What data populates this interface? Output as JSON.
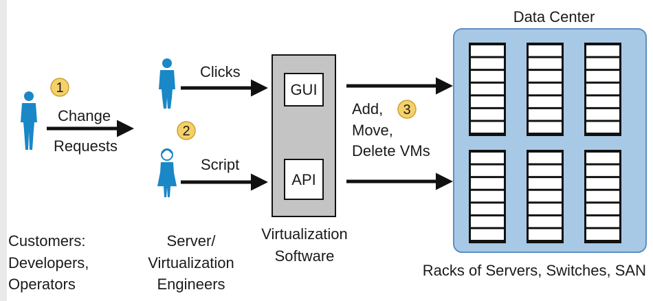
{
  "colors": {
    "person": "#1a87c7",
    "badge": "#f5d169",
    "datacenter_fill": "#a8c9e6",
    "datacenter_stroke": "#5b8fc2",
    "software_box": "#c4c4c4",
    "arrow": "#111111"
  },
  "steps": {
    "one": "1",
    "two": "2",
    "three": "3"
  },
  "customers": {
    "label_lines": [
      "Customers:",
      "Developers,",
      "Operators"
    ],
    "person_icon": "male-person-icon"
  },
  "change_requests": {
    "lines": [
      "Change",
      "Requests"
    ]
  },
  "engineers": {
    "label_lines": [
      "Server/",
      "Virtualization",
      "Engineers"
    ],
    "top_icon": "male-person-icon",
    "bottom_icon": "female-person-icon"
  },
  "actions": {
    "clicks": "Clicks",
    "script": "Script"
  },
  "software": {
    "gui": "GUI",
    "api": "API",
    "label_lines": [
      "Virtualization",
      "Software"
    ]
  },
  "vm_actions": {
    "lines": [
      "Add,",
      "Move,",
      "Delete VMs"
    ]
  },
  "datacenter": {
    "title": "Data Center",
    "footer": "Racks of Servers, Switches, SAN",
    "rack_icon": "server-rack-icon"
  }
}
